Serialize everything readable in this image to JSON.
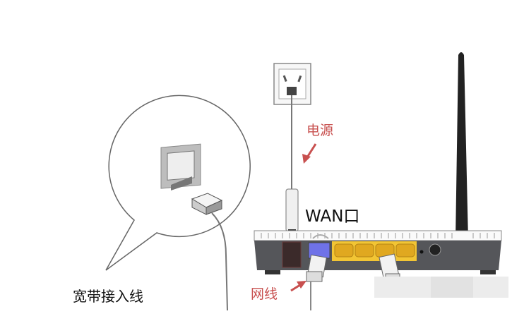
{
  "labels": {
    "power": "电源",
    "wan_port": "WAN口",
    "network_cable": "网线",
    "broadband_line": "宽带接入线"
  },
  "colors": {
    "annotation_red": "#c8504f",
    "wan_port_blue": "#6f72e8",
    "lan_port_yellow": "#f2c534",
    "router_body": "#55565a"
  },
  "icons": [
    "wall-outlet-icon",
    "router-icon",
    "antenna-icon",
    "ethernet-plug-icon",
    "rj45-jack-icon",
    "arrow-icon"
  ]
}
